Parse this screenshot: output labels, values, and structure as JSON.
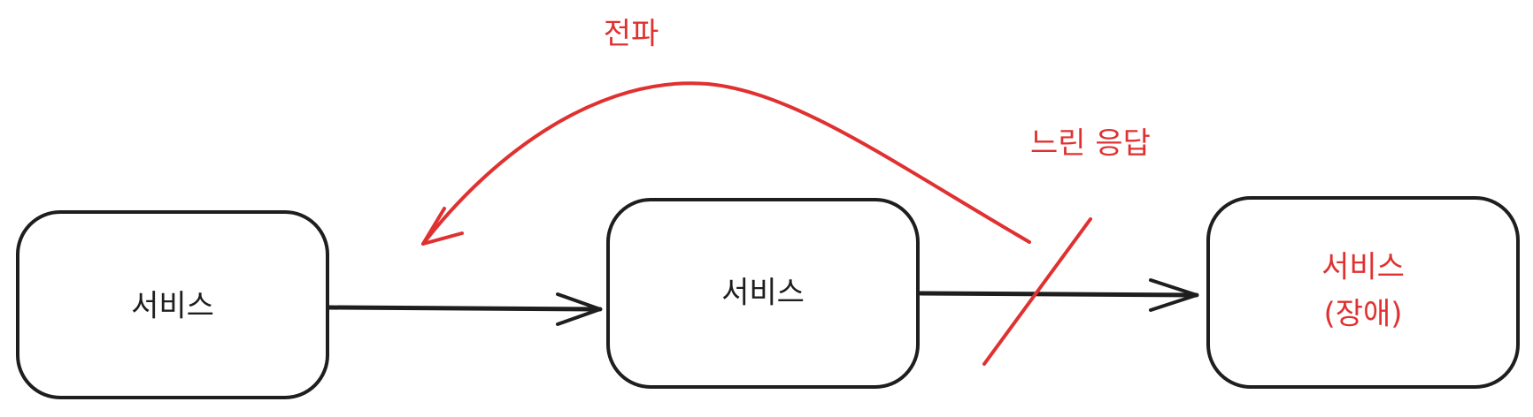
{
  "colors": {
    "ink": "#1e1e1e",
    "accent": "#e03131",
    "background": "#ffffff"
  },
  "nodes": [
    {
      "id": "service-a",
      "label": "서비스",
      "status": ""
    },
    {
      "id": "service-b",
      "label": "서비스",
      "status": ""
    },
    {
      "id": "service-c",
      "label": "서비스",
      "status": "(장애)"
    }
  ],
  "edges": [
    {
      "from": "service-a",
      "to": "service-b"
    },
    {
      "from": "service-b",
      "to": "service-c"
    }
  ],
  "annotations": {
    "propagation": "전파",
    "slow_response": "느린 응답"
  }
}
